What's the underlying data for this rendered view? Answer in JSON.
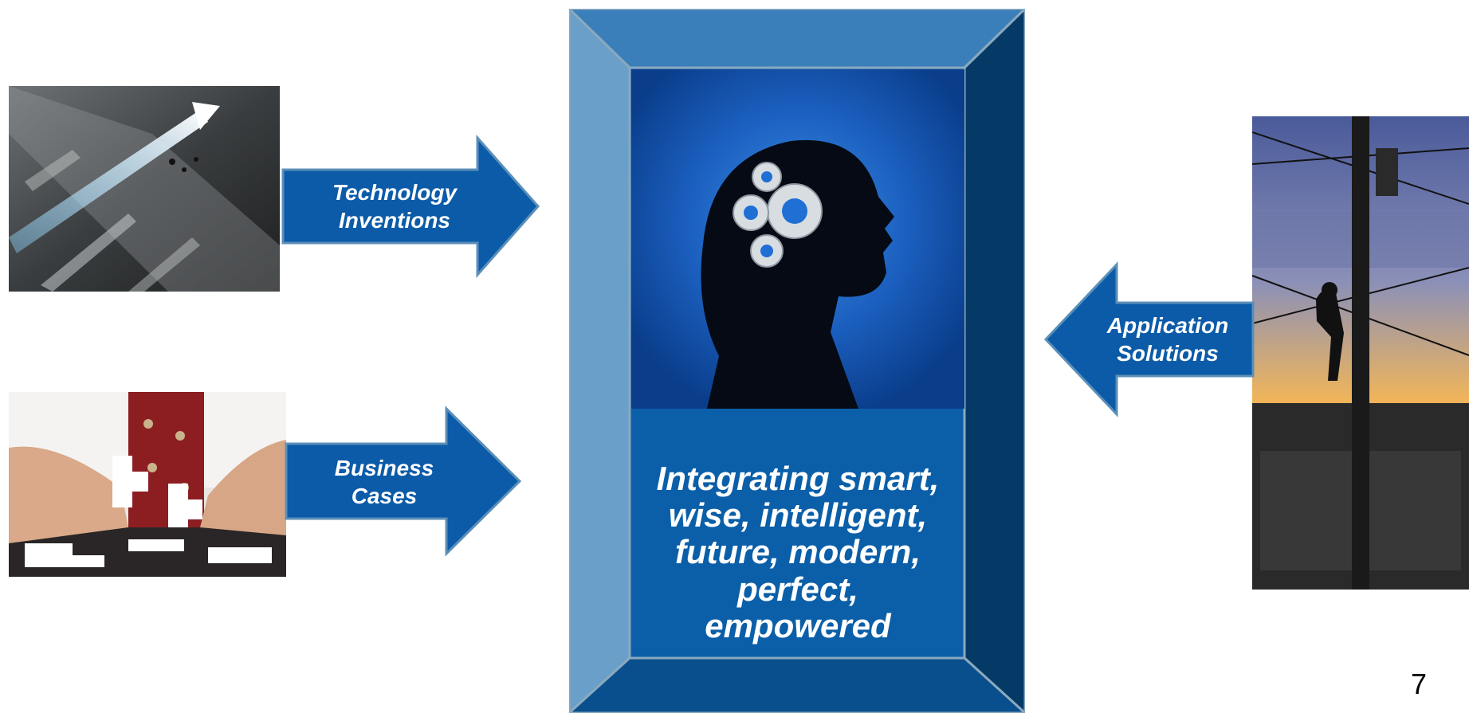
{
  "inputs": [
    {
      "id": "technology",
      "lines": [
        "Technology",
        "Inventions"
      ],
      "image": "glowing-arrow-photo"
    },
    {
      "id": "business",
      "lines": [
        "Business",
        "Cases"
      ],
      "image": "puzzle-hands-photo"
    }
  ],
  "output": {
    "lines": [
      "Application",
      "Solutions"
    ],
    "image": "lineman-pole-photo"
  },
  "center": {
    "image": "head-gears-silhouette",
    "caption": [
      "Integrating smart,",
      "wise, intelligent,",
      "future, modern,",
      "perfect,",
      "empowered"
    ]
  },
  "page_number": "7",
  "colors": {
    "arrow": "#0b5ba8",
    "frame_top": "#3a7fb9",
    "frame_left": "#6a9fc9",
    "frame_right": "#063a66",
    "frame_bottom": "#0a4f8d",
    "panel": "#0b5fa8"
  }
}
